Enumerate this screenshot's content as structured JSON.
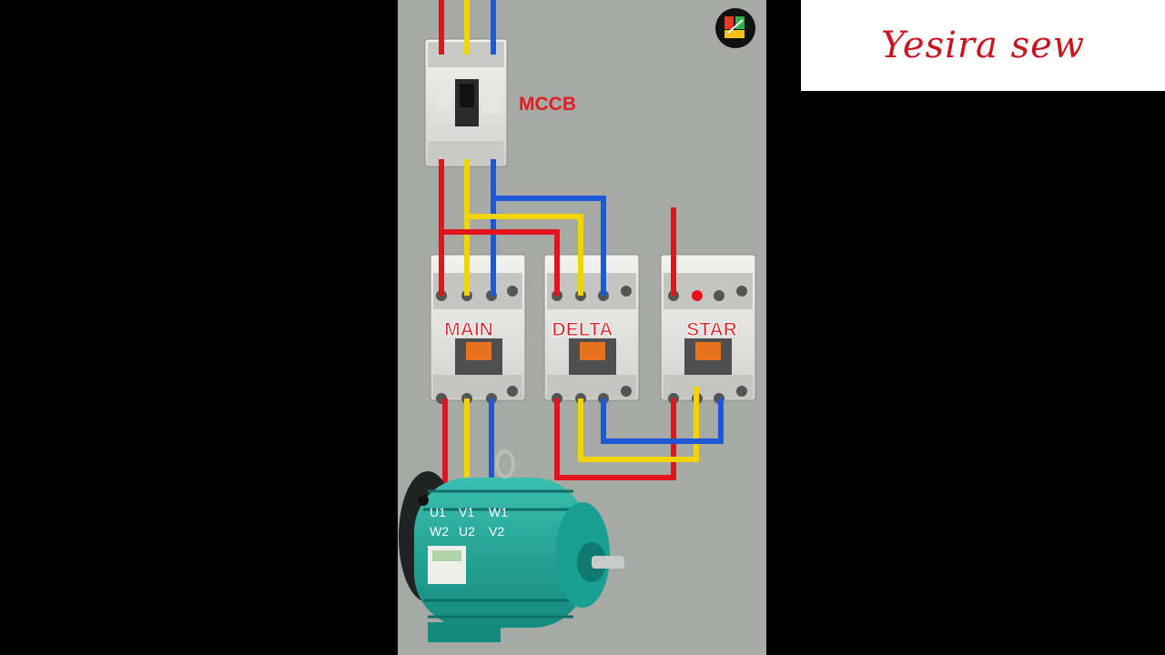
{
  "brand": {
    "watermark": "Yesira sew",
    "logo_icon": "channel-logo-icon",
    "accent_color": "#c8141e"
  },
  "devices": {
    "breaker": "MCCB",
    "contactors": [
      "MAIN",
      "DELTA",
      "STAR"
    ]
  },
  "motor": {
    "terminals_top": [
      "U1",
      "V1",
      "W1"
    ],
    "terminals_bottom": [
      "W2",
      "U2",
      "V2"
    ]
  },
  "wire_colors": {
    "L1": "#e4141e",
    "L2": "#f2d400",
    "L3": "#1d58d8"
  }
}
